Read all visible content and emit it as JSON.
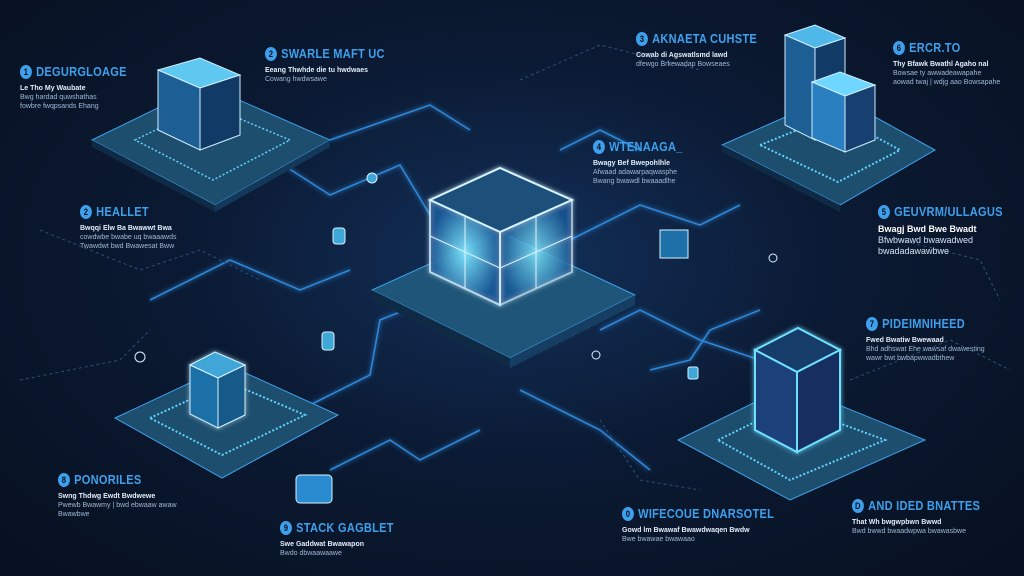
{
  "colors": {
    "background": "#0b1a33",
    "accent": "#3ea0ec",
    "platform": "#1d4e6e",
    "glow": "#5fd4ff"
  },
  "labels": [
    {
      "num": "1",
      "title": "DEGURGLOAGE",
      "line1": "Le Tho My Waubate",
      "line2": "Bwg hardad quwshathas",
      "line3": "fowbre fwqpsands Ehang"
    },
    {
      "num": "2",
      "title": "SWARLE MAFT UC",
      "line1": "Eeang Thwhde die tu hwdwaes",
      "line2": "Cowang hwdwsawe",
      "line3": ""
    },
    {
      "num": "3",
      "title": "AKNAETA CUHSTE",
      "line1": "Cowab di Agswatlsmd lawd",
      "line2": "dfewgo Brkewadap Bowseaes",
      "line3": ""
    },
    {
      "num": "6",
      "title": "ERCR.TO",
      "line1": "Thy Bfawk Bwathl Agaho nal",
      "line2": "Bowsae ty awwadeawapahe",
      "line3": "aowad twaj | wdjg aao Bowsapahe"
    },
    {
      "num": "4",
      "title": "WTENAAGA_",
      "line1": "Bwagy Bef Bwepohlhle",
      "line2": "Afwaad adawarpaqwasphe",
      "line3": "Bwang bwawdl bwaaadlhe"
    },
    {
      "num": "2",
      "title": "HEALLET",
      "line1": "Bwqqi Elw Ba Bwawwt Bwa",
      "line2": "cowdwbe bwabe uq bwaaawds",
      "line3": "Twawdwt bwd Bwawesat Bww"
    },
    {
      "num": "5",
      "title": "GEUVRM/ULLAGUS",
      "line1": "Bwagj Bwd Bwe Bwadt",
      "line2": "Bfwbwawd bwawadwed",
      "line3": "bwadadawawbwe"
    },
    {
      "num": "7",
      "title": "PIDEIMNIHEED",
      "line1": "Fwed Bwatiw Bwewaad",
      "line2": "Bhd adhswat Ehe wawsaf dwawesting",
      "line3": "wawr bwt bwbapwwadbthew"
    },
    {
      "num": "8",
      "title": "PONORILES",
      "line1": "Swng Thdwg Ewdt Bwdwewe",
      "line2": "Pwewb Bwawmy | bwd ebwaaw awaw",
      "line3": "Bwawbwe"
    },
    {
      "num": "9",
      "title": "STACK GAGBLET",
      "line1": "Swe Gaddwat Bwawapon",
      "line2": "Bwdo dbwaawaawe",
      "line3": ""
    },
    {
      "num": "0",
      "title": "WIFECOUE DNARSOTEL",
      "line1": "Gowd lm Bwawaf Bwawdwaqen Bwdw",
      "line2": "Bwe bwawae bwawaao",
      "line3": ""
    },
    {
      "num": "D",
      "title": "AND IDED BNATTES",
      "line1": "That Wh bwgwpbwn Bwwd",
      "line2": "Bwd bwwd bwaadwpwa bwawasbwe",
      "line3": ""
    }
  ]
}
